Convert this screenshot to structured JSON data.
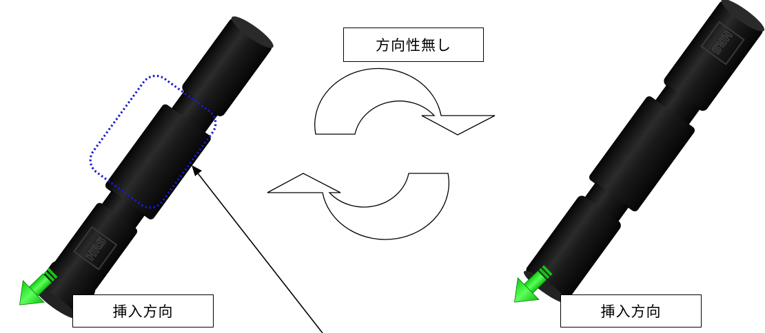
{
  "labels": {
    "no_orientation": "方向性無し",
    "insert_direction_left": "挿入方向",
    "insert_direction_right": "挿入方向"
  },
  "logo_text": "HRS",
  "colors": {
    "connector_body": "#141414",
    "connector_highlight": "#3a3a3a",
    "highlight_outline": "#1a1ad0",
    "insert_arrow": "#22ee22",
    "insert_arrow_edge": "#0a7a0a",
    "pointer_line": "#000000"
  },
  "icons": {
    "rotate_top": "curved-arrow-right-icon",
    "rotate_bottom": "curved-arrow-left-icon",
    "insert_left": "green-arrow-down-left-icon",
    "insert_right": "green-arrow-down-left-icon"
  }
}
